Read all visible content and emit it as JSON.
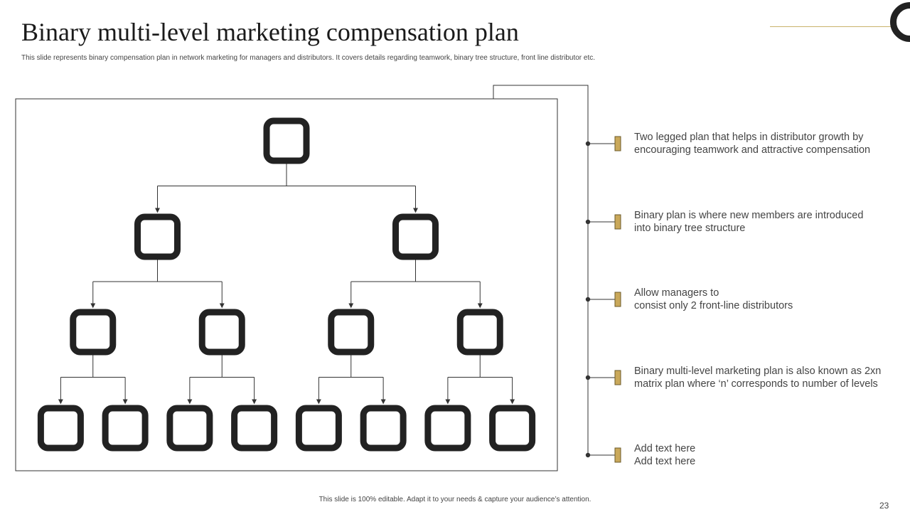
{
  "slide": {
    "title": "Binary multi-level marketing compensation plan",
    "subtitle": "This slide represents binary compensation plan in network marketing for managers and distributors. It covers details regarding teamwork, binary tree structure, front line distributor etc.",
    "footer": "This slide is 100% editable.  Adapt it to your needs & capture your audience’s attention.",
    "page_number": "23"
  },
  "points": [
    {
      "lines": [
        "Two legged plan that helps in distributor growth by",
        "encouraging teamwork and attractive compensation"
      ]
    },
    {
      "lines": [
        "Binary plan is where new members are introduced",
        "into binary tree structure"
      ]
    },
    {
      "lines": [
        "Allow managers to",
        "consist only 2 front-line distributors"
      ]
    },
    {
      "lines": [
        "Binary multi-level marketing plan is also known as 2xn",
        "matrix plan where ‘n’ corresponds to number of levels"
      ]
    },
    {
      "lines": [
        "Add text here",
        "Add text here"
      ]
    }
  ],
  "colors": {
    "accent_gold": "#c9a85a",
    "node_stroke": "#222222",
    "connector": "#333333"
  },
  "icons": {
    "tree_node": "rounded-square-outline",
    "point_marker": "gold-tab"
  }
}
